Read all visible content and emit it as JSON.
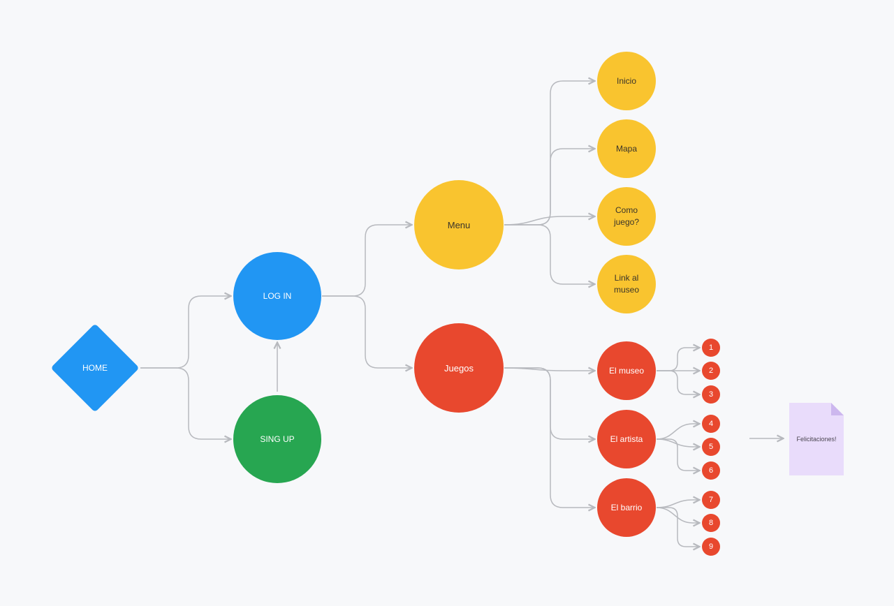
{
  "diagram": {
    "background_color": "#f7f8fa",
    "connector_color": "#b7b9be",
    "nodes": {
      "home": {
        "label": "HOME",
        "shape": "diamond",
        "fill": "#2196f3",
        "text_color": "#ffffff"
      },
      "login": {
        "label": "LOG IN",
        "shape": "circle",
        "fill": "#2196f3",
        "text_color": "#ffffff"
      },
      "signup": {
        "label": "SING UP",
        "shape": "circle",
        "fill": "#27a651",
        "text_color": "#ffffff"
      },
      "menu": {
        "label": "Menu",
        "shape": "circle",
        "fill": "#f9c42f",
        "text_color": "#3a342a"
      },
      "juegos": {
        "label": "Juegos",
        "shape": "circle",
        "fill": "#e8482e",
        "text_color": "#ffffff"
      },
      "menu_children": [
        {
          "label": "Inicio"
        },
        {
          "label": "Mapa"
        },
        {
          "label": "Como juego?"
        },
        {
          "label": "Link al museo"
        }
      ],
      "juegos_children": [
        {
          "label": "El museo",
          "steps": [
            "1",
            "2",
            "3"
          ]
        },
        {
          "label": "El artista",
          "steps": [
            "4",
            "5",
            "6"
          ]
        },
        {
          "label": "El barrio",
          "steps": [
            "7",
            "8",
            "9"
          ]
        }
      ],
      "end_document": {
        "label": "Felicitaciones!",
        "shape": "document",
        "fill": "#e9dcfb"
      }
    }
  }
}
